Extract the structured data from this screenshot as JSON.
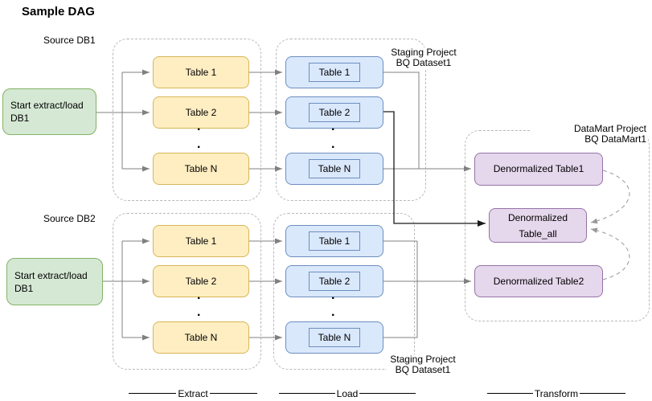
{
  "title": "Sample DAG",
  "p1": {
    "source": "Source DB1",
    "start": "Start extract/load DB1",
    "extract": [
      "Table 1",
      "Table 2",
      "Table N"
    ],
    "load": [
      "Table 1",
      "Table 2",
      "Table N"
    ],
    "staging_line1": "Staging Project",
    "staging_line2": "BQ Dataset1"
  },
  "p2": {
    "source": "Source DB2",
    "start": "Start extract/load DB1",
    "extract": [
      "Table 1",
      "Table 2",
      "Table N"
    ],
    "load": [
      "Table 1",
      "Table 2",
      "Table N"
    ],
    "staging_line1": "Staging Project",
    "staging_line2": "BQ Dataset1"
  },
  "datamart": {
    "label_line1": "DataMart Project",
    "label_line2": "BQ DataMart1",
    "denorm1": "Denormalized Table1",
    "denorm_all": "Denormalized Table_all",
    "denorm2": "Denormalized Table2"
  },
  "stages": {
    "extract": "Extract",
    "load": "Load",
    "transform": "Transform"
  },
  "ellipsis": ".",
  "colors": {
    "green_fill": "#d5e8d4",
    "green_border": "#82b366",
    "yellow_fill": "#ffeec2",
    "yellow_border": "#d6b656",
    "blue_fill": "#dae8fc",
    "blue_border": "#6c8ebf",
    "purple_fill": "#e5d7ec",
    "purple_border": "#9673a6",
    "container_border": "#b9b9b9",
    "connector_gray": "#808080",
    "connector_black": "#1a1a1a",
    "connector_dashed": "#999999"
  }
}
